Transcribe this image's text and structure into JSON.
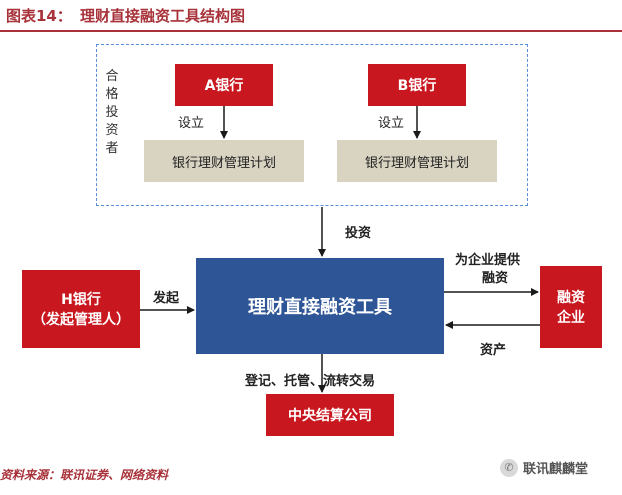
{
  "header": {
    "label": "图表14：",
    "title": "理财直接融资工具结构图"
  },
  "qualified_investor_label": "合格投资者",
  "banks": [
    {
      "name": "A银行",
      "action": "设立",
      "plan": "银行理财管理计划"
    },
    {
      "name": "B银行",
      "action": "设立",
      "plan": "银行理财管理计划"
    }
  ],
  "invest_label": "投资",
  "tool_label": "理财直接融资工具",
  "initiator": {
    "name": "H银行",
    "role": "（发起管理人）",
    "action": "发起"
  },
  "enterprise": {
    "name_line1": "融资",
    "name_line2": "企业"
  },
  "flow_to_enterprise": {
    "line1": "为企业提供",
    "line2": "融资"
  },
  "flow_from_enterprise": "资产",
  "settlement_label": "登记、托管、流转交易",
  "settlement_org": "中央结算公司",
  "source_text": "资料来源：联讯证券、网络资料",
  "watermark_text": "联讯麒麟堂",
  "colors": {
    "red": "#c8171e",
    "blue": "#2e5596",
    "beige": "#d9d4c2",
    "title": "#a8323a",
    "dashed_border": "#5b8dd8"
  }
}
